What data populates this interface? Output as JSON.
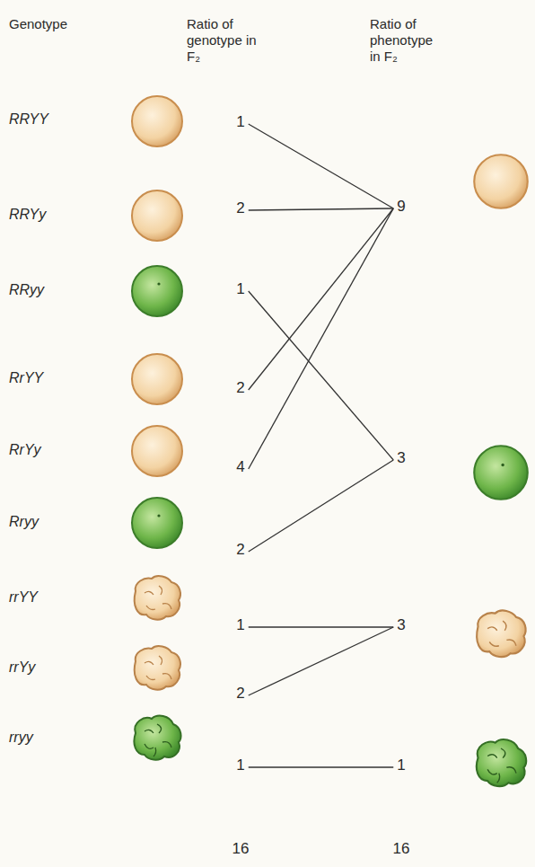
{
  "diagram": {
    "nodes": [
      {
        "text": [
          "1"
        ]
      },
      {
        "text": [
          "2"
        ]
      },
      {
        "text": [
          "1"
        ]
      },
      {
        "text": [
          "2"
        ]
      },
      {
        "text": [
          "4"
        ]
      },
      {
        "text": [
          "2"
        ]
      },
      {
        "text": [
          "1"
        ]
      },
      {
        "text": [
          "2"
        ]
      },
      {
        "text": [
          "1"
        ]
      },
      {
        "text": [
          "9"
        ]
      },
      {
        "text": [
          "3"
        ]
      },
      {
        "text": [
          "3"
        ]
      },
      {
        "text": [
          "1"
        ]
      }
    ],
    "edges": [
      {
        "from": 0,
        "to": 9,
        "arrow": "none"
      },
      {
        "from": 1,
        "to": 9,
        "arrow": "none"
      },
      {
        "from": 2,
        "to": 10,
        "arrow": "none"
      },
      {
        "from": 3,
        "to": 9,
        "arrow": "none"
      },
      {
        "from": 4,
        "to": 9,
        "arrow": "none"
      },
      {
        "from": 5,
        "to": 10,
        "arrow": "none"
      },
      {
        "from": 6,
        "to": 11,
        "arrow": "none"
      },
      {
        "from": 7,
        "to": 11,
        "arrow": "none"
      },
      {
        "from": 8,
        "to": 12,
        "arrow": "none"
      }
    ],
    "labels": [
      "Genotype",
      "Ratio of genotype in F₂",
      "Ratio of phenotype in F₂",
      "RRYY",
      "RRYy",
      "RRyy",
      "RrYY",
      "RrYy",
      "Rryy",
      "rrYY",
      "rrYy",
      "rryy",
      "16",
      "16"
    ]
  }
}
